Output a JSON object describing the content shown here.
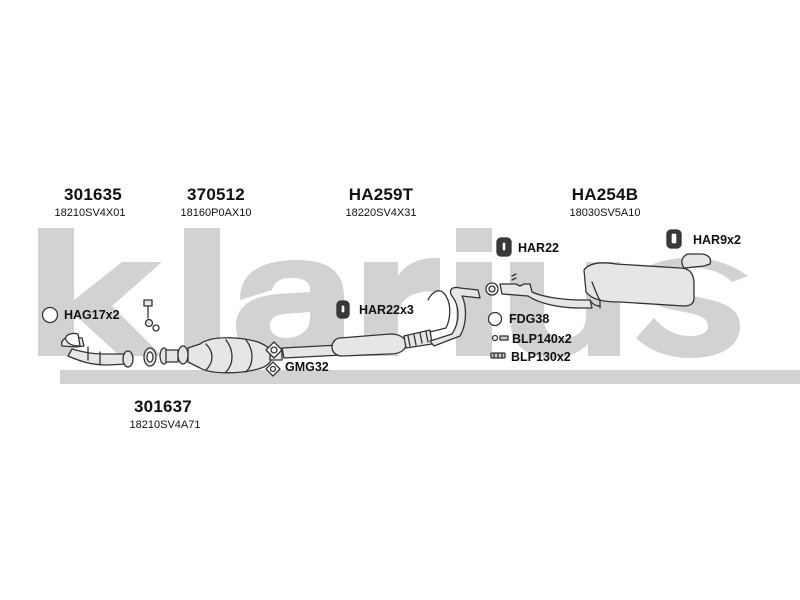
{
  "brand_watermark": "klarius",
  "colors": {
    "watermark": "#d2d2d2",
    "line": "#333333",
    "part_fill": "#e6e6e6",
    "text": "#111111"
  },
  "components": {
    "front_pipe_top": {
      "part_no": "301635",
      "oem_no": "18210SV4X01"
    },
    "catalyst": {
      "part_no": "370512",
      "oem_no": "18160P0AX10"
    },
    "center_silencer": {
      "part_no": "HA259T",
      "oem_no": "18220SV4X31"
    },
    "rear_silencer": {
      "part_no": "HA254B",
      "oem_no": "18030SV5A10"
    },
    "front_pipe_bottom": {
      "part_no": "301637",
      "oem_no": "18210SV4A71"
    }
  },
  "accessories": {
    "hag": "HAG17x2",
    "har22x3": "HAR22x3",
    "har22": "HAR22",
    "har9": "HAR9x2",
    "fdg": "FDG38",
    "blp140": "BLP140x2",
    "blp130": "BLP130x2",
    "gmg": "GMG32"
  }
}
